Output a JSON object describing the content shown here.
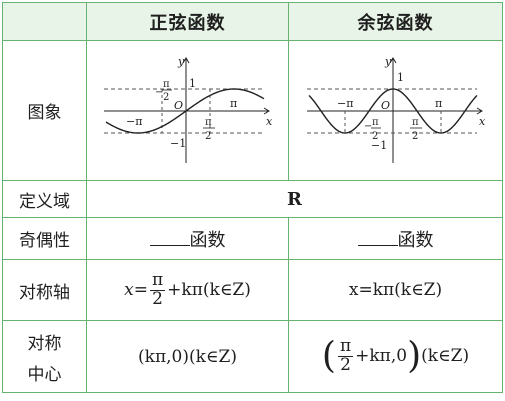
{
  "header": {
    "col_sin": "正弦函数",
    "col_cos": "余弦函数"
  },
  "rows": {
    "graph": "图象",
    "domain": "定义域",
    "parity": "奇偶性",
    "axis": "对称轴",
    "center_1": "对称",
    "center_2": "中心"
  },
  "cells": {
    "domain_value": "R",
    "parity_sin": "函数",
    "parity_cos": "函数",
    "axis_sin": {
      "x": "x",
      "eq": "=",
      "num": "π",
      "den": "2",
      "rest": "+kπ(k∈Z)"
    },
    "axis_cos": "x=kπ(k∈Z)",
    "center_sin": "(kπ,0)(k∈Z)",
    "center_cos": {
      "num": "π",
      "den": "2",
      "rest": "+kπ,0",
      "tail": "(k∈Z)"
    }
  },
  "graph_sin": {
    "y": "y",
    "x": "x",
    "one": "1",
    "neg_one": "−1",
    "o": "O",
    "pi": "π",
    "neg_pi": "−π",
    "pi2_num": "π",
    "pi2_den": "2",
    "npi2_num": "π",
    "npi2_den": "2",
    "npi2_sign": "−"
  },
  "graph_cos": {
    "y": "y",
    "x": "x",
    "one": "1",
    "neg_one": "−1",
    "o": "O",
    "pi": "π",
    "neg_pi": "−π",
    "pi2_num": "π",
    "pi2_den": "2",
    "npi2_num": "π",
    "npi2_den": "2",
    "npi2_sign": "−"
  },
  "colors": {
    "border": "#66b36f",
    "header_bg": "#e7f4e7",
    "header_text": "#3b9a43"
  }
}
